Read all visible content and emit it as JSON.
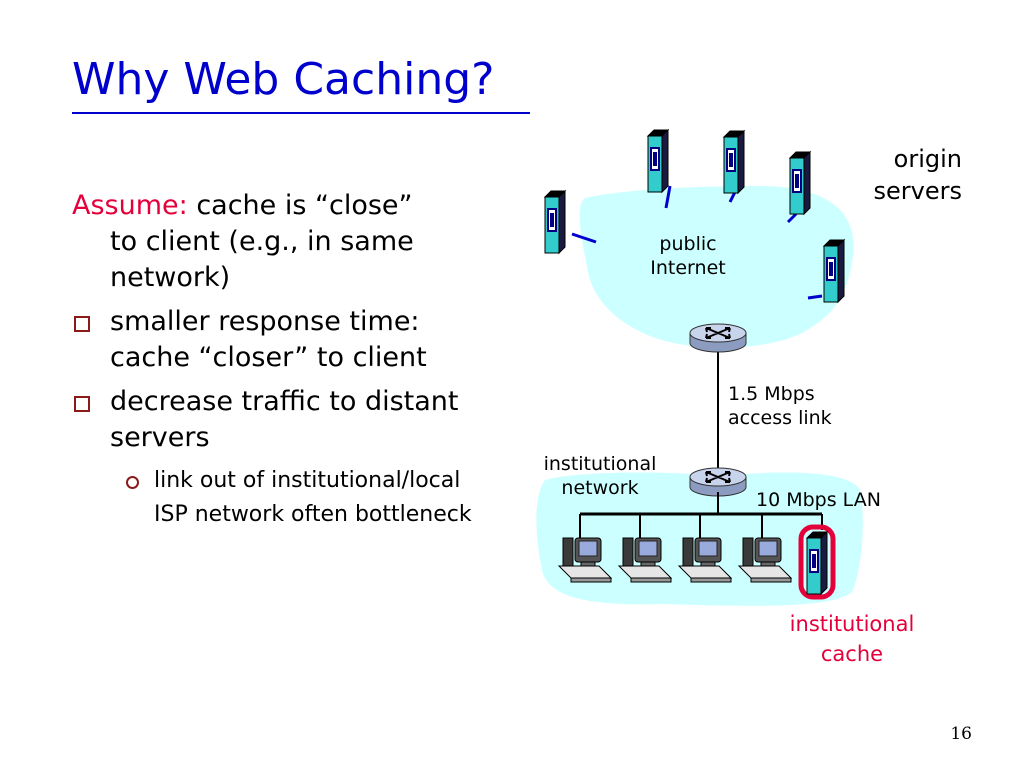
{
  "slide": {
    "title": "Why Web Caching?",
    "page_number": "16"
  },
  "bullets": {
    "assume_label": "Assume:",
    "assume_text_line1": " cache is “close”",
    "assume_text_rest": "to client (e.g., in same network)",
    "items": [
      {
        "text": "smaller response time: cache “closer” to client"
      },
      {
        "text": "decrease traffic to distant servers",
        "subitems": [
          "link out of institutional/local ISP network often bottleneck"
        ]
      }
    ]
  },
  "diagram": {
    "origin_servers_label_line1": "origin",
    "origin_servers_label_line2": "servers",
    "public_internet_label_line1": "public",
    "public_internet_label_line2": "Internet",
    "access_link_label_line1": "1.5 Mbps",
    "access_link_label_line2": "access link",
    "institutional_network_label_line1": "institutional",
    "institutional_network_label_line2": "network",
    "lan_label": "10 Mbps LAN",
    "institutional_cache_label_line1": "institutional",
    "institutional_cache_label_line2": "cache",
    "colors": {
      "cloud": "#ccffff",
      "server_body": "#33cccc",
      "server_face": "#000080",
      "link": "#0000cc",
      "cache_highlight": "#e4003a",
      "router": "#c8d4ec"
    }
  }
}
